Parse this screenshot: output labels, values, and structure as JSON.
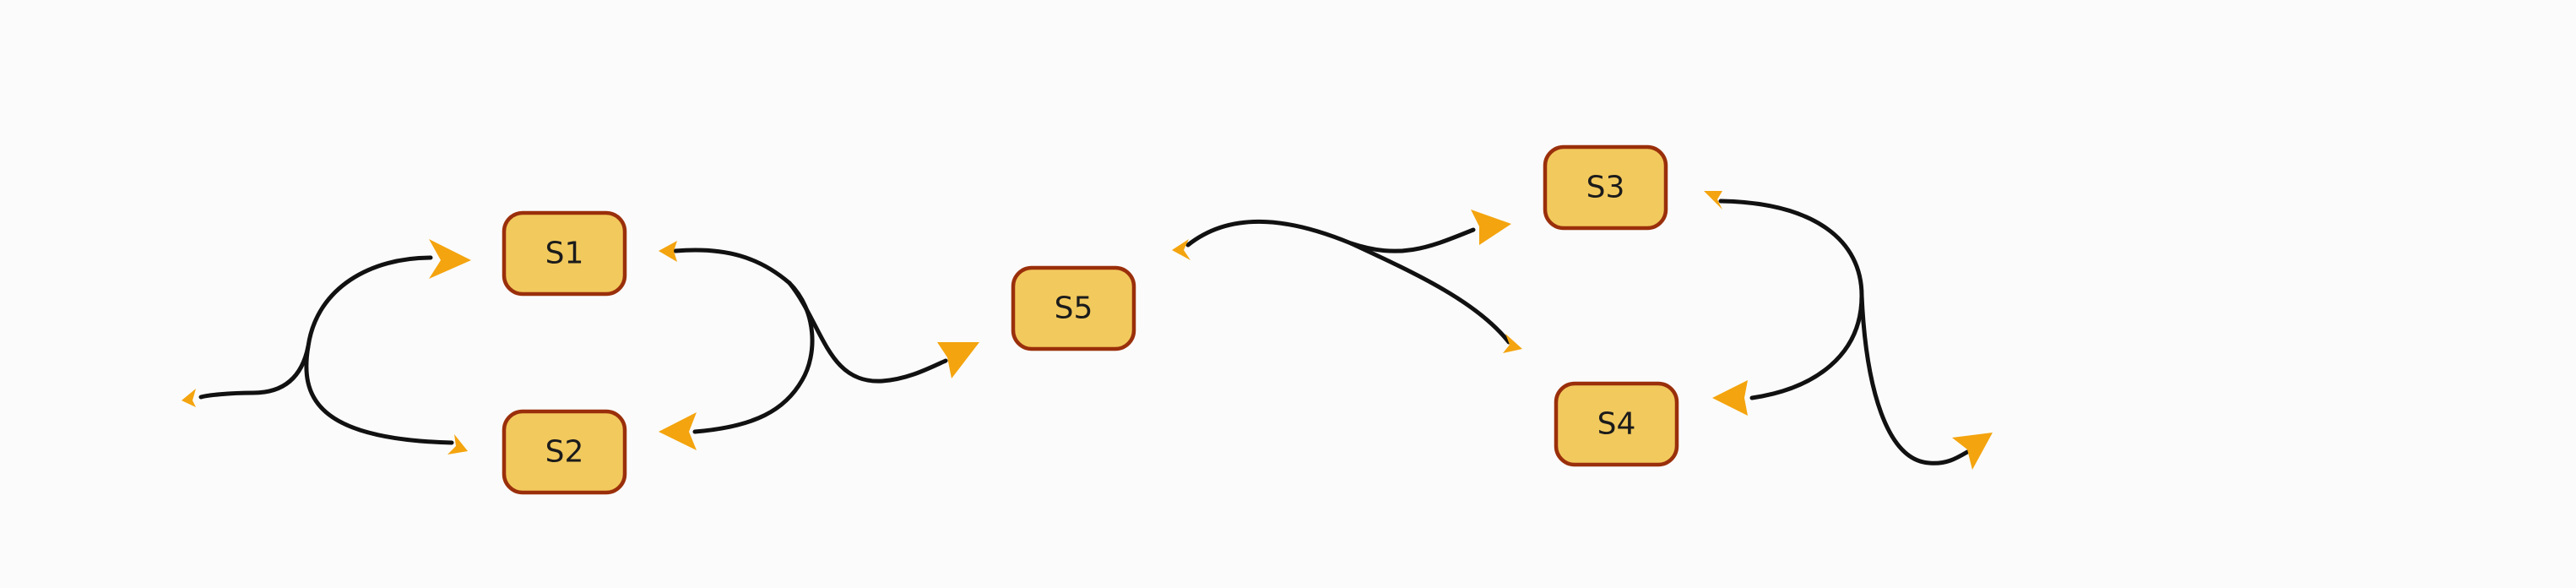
{
  "diagram": {
    "nodes": [
      {
        "id": "s1",
        "label": "S1"
      },
      {
        "id": "s2",
        "label": "S2"
      },
      {
        "id": "s5",
        "label": "S5"
      },
      {
        "id": "s3",
        "label": "S3"
      },
      {
        "id": "s4",
        "label": "S4"
      }
    ],
    "edges": [
      {
        "id": "e-left-split"
      },
      {
        "id": "e-s1-s2-loop"
      },
      {
        "id": "e-to-s5"
      },
      {
        "id": "e-s5-s3"
      },
      {
        "id": "e-s5-s4"
      },
      {
        "id": "e-s3-s4"
      },
      {
        "id": "e-s3-out"
      }
    ],
    "colors": {
      "node_fill": "#f2c95d",
      "node_border": "#9a2f0b",
      "edge": "#111111",
      "arrowhead": "#f4a40e",
      "background": "#fbfbfb"
    }
  }
}
